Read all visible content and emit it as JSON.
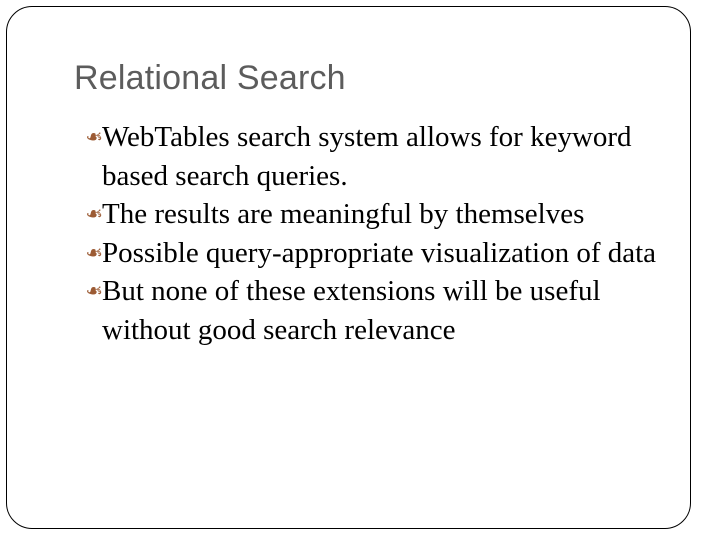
{
  "slide": {
    "title": "Relational Search",
    "title_color": "#5c5c5c",
    "background_color": "#ffffff",
    "border_color": "#000000",
    "bullet_color": "#9c5b34",
    "body_text_color": "#000000",
    "bullet_glyph": "fleuron-bullet",
    "bullets": [
      {
        "text": "WebTables search system allows for keyword based search queries.",
        "bullet": "❧"
      },
      {
        "text": "The results are meaningful by themselves",
        "bullet": "❧"
      },
      {
        "text": "Possible query-appropriate visualization of data",
        "bullet": "❧"
      },
      {
        "text": "But none of these extensions will be useful without good search relevance",
        "bullet": "❧"
      }
    ]
  }
}
